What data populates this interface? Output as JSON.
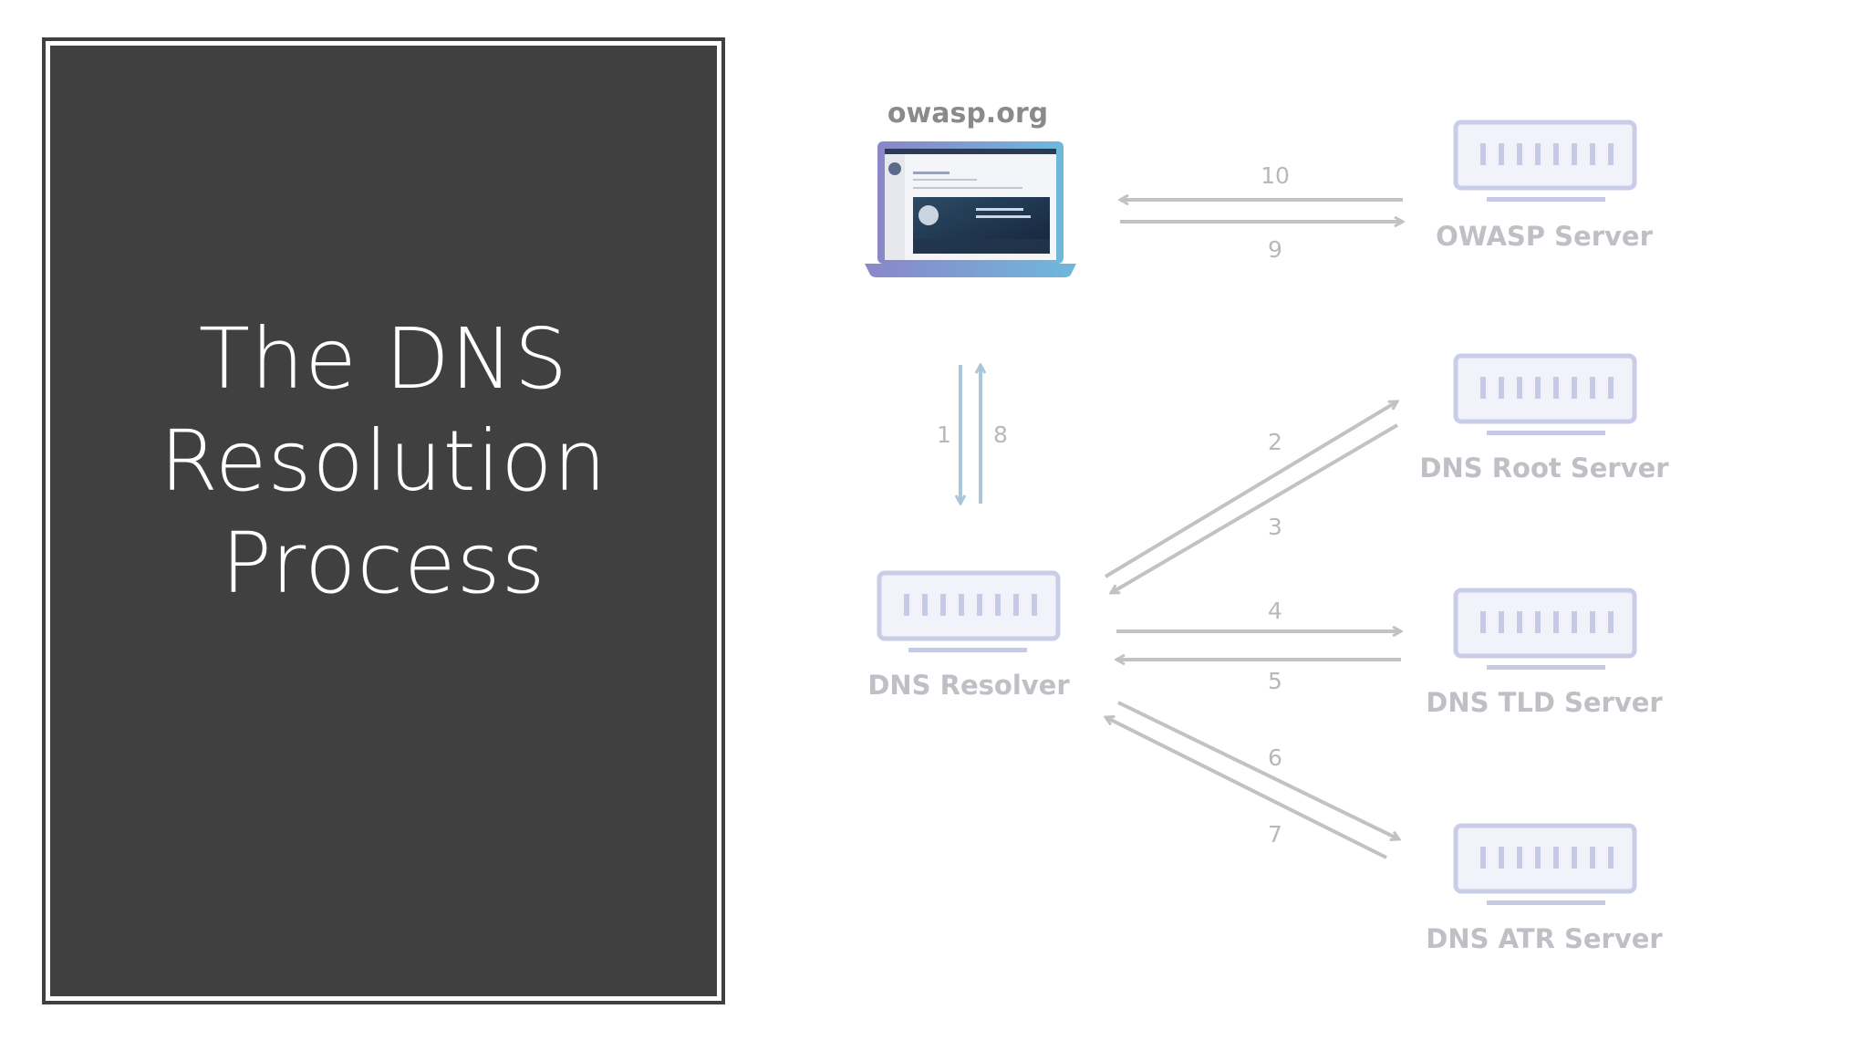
{
  "slide": {
    "title_lines": [
      "The DNS",
      "Resolution",
      "Process"
    ]
  },
  "diagram": {
    "site_label": "owasp.org",
    "nodes": {
      "owasp_server": "OWASP Server",
      "root_server": "DNS Root Server",
      "tld_server": "DNS TLD Server",
      "atr_server": "DNS ATR Server",
      "resolver": "DNS Resolver"
    },
    "steps": [
      "1",
      "2",
      "3",
      "4",
      "5",
      "6",
      "7",
      "8",
      "9",
      "10"
    ]
  },
  "colors": {
    "panel_background": "#404040",
    "title_text": "#ffffff",
    "server_icon": "#c9cde8",
    "arrow": "#c2c2c6"
  }
}
